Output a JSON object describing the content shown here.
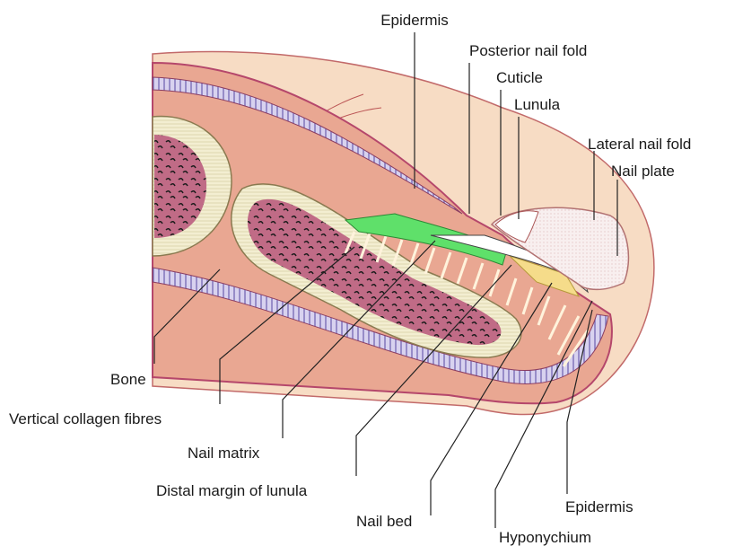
{
  "labels": {
    "epidermis_top": "Epidermis",
    "posterior_nail_fold": "Posterior nail fold",
    "cuticle": "Cuticle",
    "lunula": "Lunula",
    "lateral_nail_fold": "Lateral nail fold",
    "nail_plate": "Nail plate",
    "bone": "Bone",
    "vertical_collagen_fibres": "Vertical collagen fibres",
    "nail_matrix": "Nail matrix",
    "distal_margin_of_lunula": "Distal margin of lunula",
    "nail_bed": "Nail bed",
    "epidermis_bottom": "Epidermis",
    "hyponychium": "Hyponychium"
  },
  "colors": {
    "skin_surface": "#f7dcc4",
    "dermis": "#e9a792",
    "dermis_dark": "#b5476b",
    "epidermis_band": "#c9c2e6",
    "bone_cortex": "#f0eccc",
    "marrow": "#c8788a",
    "nail_matrix": "#5fe06a",
    "nail_bed": "#f5dc8a"
  }
}
